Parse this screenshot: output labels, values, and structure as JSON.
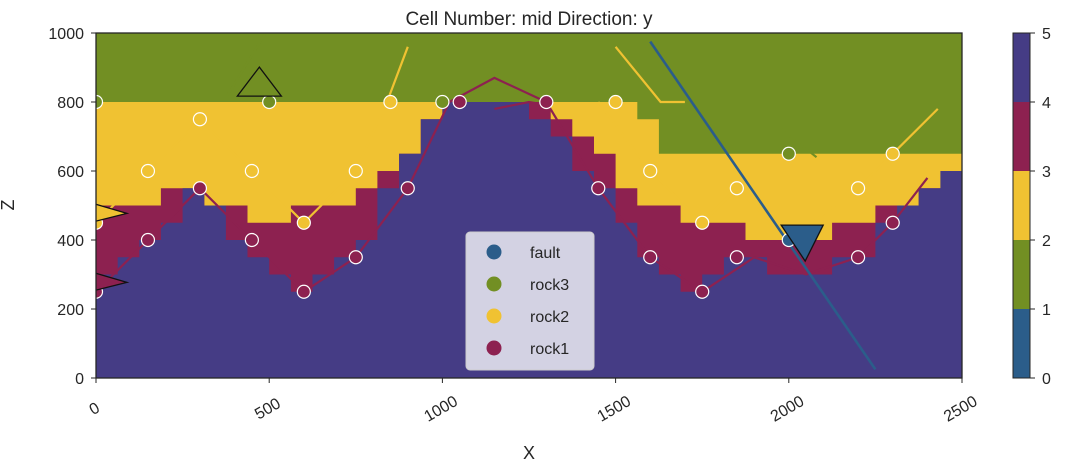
{
  "chart_data": {
    "type": "geological-section",
    "title": "Cell Number: mid Direction: y",
    "xlabel": "X",
    "ylabel": "Z",
    "xlim": [
      0,
      2500
    ],
    "ylim": [
      0,
      1000
    ],
    "x_ticks": [
      "0",
      "500",
      "1000",
      "1500",
      "2000",
      "2500"
    ],
    "y_ticks": [
      "0",
      "200",
      "400",
      "600",
      "800",
      "1000"
    ],
    "grid": false,
    "colors": {
      "fault": "#2b5d8a",
      "rock3": "#728f23",
      "rock2": "#f0c232",
      "rock1": "#8d2150",
      "basement": "#453c85"
    },
    "colorbar": {
      "ticks": [
        "0",
        "1",
        "2",
        "3",
        "4",
        "5"
      ],
      "segments": [
        {
          "from": 0,
          "to": 1,
          "color": "#2b5d8a"
        },
        {
          "from": 1,
          "to": 2,
          "color": "#728f23"
        },
        {
          "from": 2,
          "to": 3,
          "color": "#f0c232"
        },
        {
          "from": 3,
          "to": 4,
          "color": "#8d2150"
        },
        {
          "from": 4,
          "to": 5,
          "color": "#453c85"
        }
      ]
    },
    "legend": {
      "placement": "lower-center",
      "entries": [
        {
          "label": "fault",
          "color": "#2b5d8a"
        },
        {
          "label": "rock3",
          "color": "#728f23"
        },
        {
          "label": "rock2",
          "color": "#f0c232"
        },
        {
          "label": "rock1",
          "color": "#8d2150"
        }
      ]
    },
    "surfaces": {
      "rock3_base": [
        [
          0,
          800
        ],
        [
          1150,
          800
        ],
        [
          1250,
          800
        ],
        [
          1500,
          800
        ],
        [
          1625,
          750
        ],
        [
          1650,
          650
        ],
        [
          2000,
          650
        ],
        [
          2150,
          650
        ],
        [
          2500,
          650
        ]
      ],
      "rock2_base": [
        [
          0,
          500
        ],
        [
          100,
          500
        ],
        [
          250,
          550
        ],
        [
          400,
          500
        ],
        [
          500,
          450
        ],
        [
          650,
          500
        ],
        [
          800,
          550
        ],
        [
          900,
          650
        ],
        [
          1000,
          800
        ],
        [
          1250,
          800
        ],
        [
          1450,
          650
        ],
        [
          1600,
          500
        ],
        [
          1750,
          450
        ],
        [
          1950,
          400
        ],
        [
          2100,
          400
        ],
        [
          2300,
          500
        ],
        [
          2500,
          550
        ]
      ],
      "rock1_base": [
        [
          0,
          250
        ],
        [
          150,
          400
        ],
        [
          300,
          550
        ],
        [
          400,
          400
        ],
        [
          600,
          250
        ],
        [
          700,
          300
        ],
        [
          800,
          450
        ],
        [
          1000,
          800
        ],
        [
          1250,
          800
        ],
        [
          1450,
          550
        ],
        [
          1600,
          350
        ],
        [
          1750,
          250
        ],
        [
          1850,
          350
        ],
        [
          2050,
          300
        ],
        [
          2200,
          350
        ],
        [
          2300,
          450
        ],
        [
          2500,
          600
        ]
      ]
    },
    "interface_lines": [
      {
        "series": "rock3",
        "points": [
          [
            520,
            1050
          ],
          [
            380,
            820
          ]
        ]
      },
      {
        "series": "rock3",
        "points": [
          [
            1980,
            720
          ],
          [
            2080,
            640
          ]
        ]
      },
      {
        "series": "rock2",
        "points": [
          [
            0,
            450
          ],
          [
            150,
            600
          ],
          [
            300,
            750
          ],
          [
            450,
            600
          ],
          [
            600,
            450
          ],
          [
            750,
            600
          ],
          [
            840,
            800
          ],
          [
            900,
            960
          ]
        ]
      },
      {
        "series": "rock2",
        "points": [
          [
            1450,
            800
          ],
          [
            1600,
            600
          ],
          [
            1750,
            450
          ],
          [
            1850,
            550
          ],
          [
            2000,
            400
          ],
          [
            2200,
            550
          ],
          [
            2300,
            650
          ],
          [
            2430,
            780
          ]
        ]
      },
      {
        "series": "rock2",
        "points": [
          [
            1500,
            960
          ],
          [
            1630,
            800
          ],
          [
            1700,
            800
          ]
        ]
      },
      {
        "series": "rock1",
        "points": [
          [
            0,
            250
          ],
          [
            150,
            400
          ],
          [
            300,
            550
          ],
          [
            450,
            400
          ],
          [
            600,
            250
          ],
          [
            750,
            350
          ],
          [
            900,
            550
          ],
          [
            1020,
            800
          ],
          [
            1150,
            870
          ],
          [
            1300,
            800
          ]
        ]
      },
      {
        "series": "rock1",
        "points": [
          [
            1300,
            800
          ],
          [
            1450,
            550
          ],
          [
            1600,
            350
          ],
          [
            1750,
            250
          ],
          [
            1900,
            350
          ],
          [
            2050,
            300
          ],
          [
            2200,
            350
          ],
          [
            2300,
            450
          ],
          [
            2400,
            580
          ]
        ]
      },
      {
        "series": "rock1",
        "points": [
          [
            1150,
            780
          ],
          [
            1250,
            800
          ],
          [
            1310,
            790
          ]
        ]
      }
    ],
    "surface_points": [
      {
        "series": "rock3",
        "x": 0,
        "z": 800
      },
      {
        "series": "rock3",
        "x": 500,
        "z": 800
      },
      {
        "series": "rock3",
        "x": 1000,
        "z": 800
      },
      {
        "series": "rock3",
        "x": 2000,
        "z": 650
      },
      {
        "series": "rock2",
        "x": 0,
        "z": 450
      },
      {
        "series": "rock2",
        "x": 150,
        "z": 600
      },
      {
        "series": "rock2",
        "x": 300,
        "z": 750
      },
      {
        "series": "rock2",
        "x": 450,
        "z": 600
      },
      {
        "series": "rock2",
        "x": 600,
        "z": 450
      },
      {
        "series": "rock2",
        "x": 750,
        "z": 600
      },
      {
        "series": "rock2",
        "x": 850,
        "z": 800
      },
      {
        "series": "rock2",
        "x": 1500,
        "z": 800
      },
      {
        "series": "rock2",
        "x": 1600,
        "z": 600
      },
      {
        "series": "rock2",
        "x": 1750,
        "z": 450
      },
      {
        "series": "rock2",
        "x": 1850,
        "z": 550
      },
      {
        "series": "rock2",
        "x": 2200,
        "z": 550
      },
      {
        "series": "rock2",
        "x": 2300,
        "z": 650
      },
      {
        "series": "rock1",
        "x": 0,
        "z": 250
      },
      {
        "series": "rock1",
        "x": 150,
        "z": 400
      },
      {
        "series": "rock1",
        "x": 300,
        "z": 550
      },
      {
        "series": "rock1",
        "x": 450,
        "z": 400
      },
      {
        "series": "rock1",
        "x": 600,
        "z": 250
      },
      {
        "series": "rock1",
        "x": 750,
        "z": 350
      },
      {
        "series": "rock1",
        "x": 900,
        "z": 550
      },
      {
        "series": "rock1",
        "x": 1050,
        "z": 800
      },
      {
        "series": "rock1",
        "x": 1300,
        "z": 800
      },
      {
        "series": "rock1",
        "x": 1450,
        "z": 550
      },
      {
        "series": "rock1",
        "x": 1600,
        "z": 350
      },
      {
        "series": "rock1",
        "x": 1750,
        "z": 250
      },
      {
        "series": "rock1",
        "x": 1850,
        "z": 350
      },
      {
        "series": "rock1",
        "x": 2200,
        "z": 350
      },
      {
        "series": "rock1",
        "x": 2300,
        "z": 450
      },
      {
        "series": "fault",
        "x": 2000,
        "z": 400
      }
    ],
    "fault": {
      "points": [
        [
          1600,
          975
        ],
        [
          2250,
          25
        ]
      ],
      "color": "#2b5d8a"
    },
    "orientations": [
      {
        "series": "rock3",
        "x": 460,
        "z": 820,
        "direction": "up"
      },
      {
        "series": "rock2",
        "x": 20,
        "z": 480,
        "direction": "right"
      },
      {
        "series": "rock1",
        "x": 20,
        "z": 280,
        "direction": "right"
      },
      {
        "series": "fault",
        "x": 2030,
        "z": 420,
        "direction": "down"
      }
    ]
  }
}
